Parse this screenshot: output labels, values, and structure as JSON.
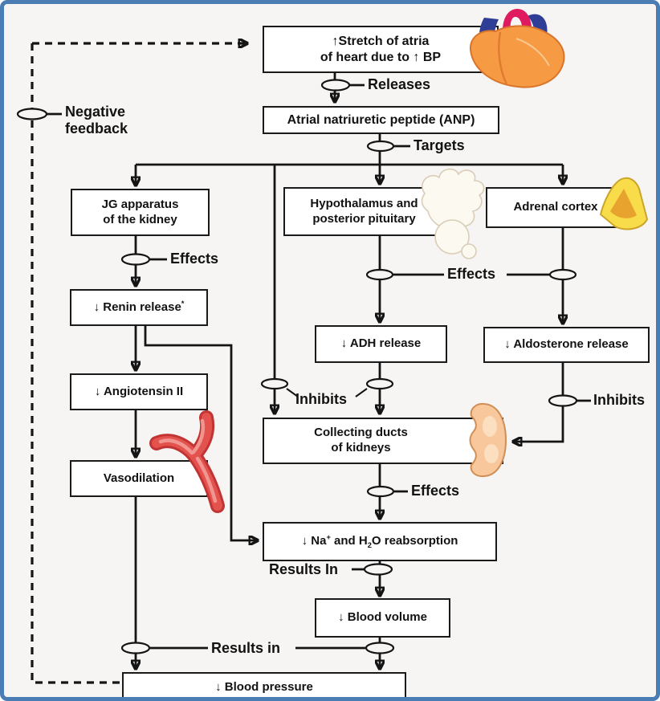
{
  "frame": {
    "border_color": "#4a7db3",
    "background": "#f6f5f3"
  },
  "palette": {
    "line": "#141414",
    "box_background": "#ffffff",
    "box_border": "#1a1a1a",
    "heart_body": "#f69a43",
    "heart_body_outline": "#d9742b",
    "heart_aorta": "#df1a5e",
    "heart_vessels": "#2e3d96",
    "adrenal_outer": "#f8dc4a",
    "adrenal_outline": "#caa52a",
    "adrenal_inner": "#e8a32e",
    "vessel_outline": "#c23434",
    "vessel_red": "#e4524d",
    "vessel_highlight": "#f2948f",
    "kidney_fill": "#f8c79b",
    "kidney_outline": "#cf8f56",
    "kidney_highlight": "#fcdec0",
    "pituitary_fill": "#fcf9f0",
    "pituitary_outline": "#d9cdb8"
  },
  "nodes": {
    "stretch_atria": {
      "line1": "↑Stretch of atria",
      "line2": "of heart due to ↑ BP"
    },
    "anp": {
      "label": "Atrial natriuretic peptide (ANP)"
    },
    "jg_apparatus": {
      "line1": "JG apparatus",
      "line2": "of the kidney"
    },
    "hypothalamus": {
      "line1": "Hypothalamus and",
      "line2": "posterior pituitary"
    },
    "adrenal_cortex": {
      "label": "Adrenal cortex"
    },
    "renin": {
      "label": "↓ Renin release",
      "footnote": "*"
    },
    "adh": {
      "label": "↓ ADH release"
    },
    "aldosterone": {
      "label": "↓ Aldosterone release"
    },
    "angiotensin": {
      "label": "↓ Angiotensin II"
    },
    "vasodilation": {
      "label": "Vasodilation"
    },
    "collecting_ducts": {
      "line1": "Collecting ducts",
      "line2": "of kidneys"
    },
    "na_h2o": {
      "prefix": "↓ Na",
      "sup": "+",
      "mid": " and H",
      "sub": "2",
      "suffix": "O reabsorption"
    },
    "blood_volume": {
      "label": "↓ Blood volume"
    },
    "blood_pressure": {
      "label": "↓ Blood pressure"
    }
  },
  "connectors": {
    "negative_feedback": {
      "line1": "Negative",
      "line2": "feedback"
    },
    "releases": "Releases",
    "targets": "Targets",
    "effects_left": "Effects",
    "effects_mid": "Effects",
    "effects_ducts": "Effects",
    "inhibits_mid": "Inhibits",
    "inhibits_right": "Inhibits",
    "results_in_1": "Results In",
    "results_in_2": "Results in"
  },
  "icons": {
    "heart": "heart organ",
    "pituitary": "hypothalamus and pituitary gland",
    "adrenal": "adrenal gland",
    "vessel": "branching blood vessel",
    "kidney": "kidney"
  }
}
